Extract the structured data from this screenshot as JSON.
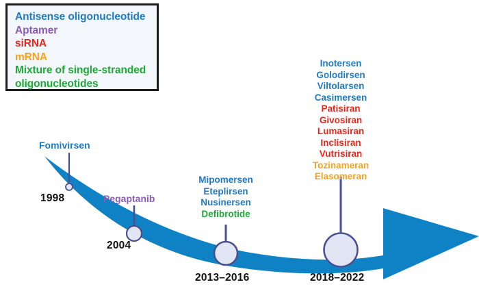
{
  "colors": {
    "antisense_blue": "#1f7ac4",
    "aptamer_purple": "#8a5cb5",
    "sirna_red": "#e8271c",
    "mrna_orange": "#f6a21e",
    "mixture_green": "#1fa838",
    "arrow_blue": "#0e82c4",
    "node_fill": "#e2e6f4",
    "node_stroke": "#4a4f92",
    "connector": "#4a4f92",
    "year_black": "#111111",
    "legend_border": "#1a1a1a",
    "legend_bg": "#f3f7fc"
  },
  "legend": {
    "items": [
      {
        "label": "Antisense oligonucleotide",
        "color_key": "antisense_blue"
      },
      {
        "label": "Aptamer",
        "color_key": "aptamer_purple"
      },
      {
        "label": "siRNA",
        "color_key": "sirna_red"
      },
      {
        "label": "mRNA",
        "color_key": "mrna_orange"
      },
      {
        "label": "Mixture of single-stranded",
        "color_key": "mixture_green"
      },
      {
        "label": "oligonucleotides",
        "color_key": "mixture_green"
      }
    ]
  },
  "timeline": {
    "milestones": [
      {
        "year": "1998",
        "drugs": [
          {
            "name": "Fomivirsen",
            "color_key": "antisense_blue"
          }
        ]
      },
      {
        "year": "2004",
        "drugs": [
          {
            "name": "Pegaptanib",
            "color_key": "aptamer_purple"
          }
        ]
      },
      {
        "year": "2013–2016",
        "drugs": [
          {
            "name": "Mipomersen",
            "color_key": "antisense_blue"
          },
          {
            "name": "Eteplirsen",
            "color_key": "antisense_blue"
          },
          {
            "name": "Nusinersen",
            "color_key": "antisense_blue"
          },
          {
            "name": "Defibrotide",
            "color_key": "mixture_green"
          }
        ]
      },
      {
        "year": "2018–2022",
        "drugs": [
          {
            "name": "Inotersen",
            "color_key": "antisense_blue"
          },
          {
            "name": "Golodirsen",
            "color_key": "antisense_blue"
          },
          {
            "name": "Viltolarsen",
            "color_key": "antisense_blue"
          },
          {
            "name": "Casimersen",
            "color_key": "antisense_blue"
          },
          {
            "name": "Patisiran",
            "color_key": "sirna_red"
          },
          {
            "name": "Givosiran",
            "color_key": "sirna_red"
          },
          {
            "name": "Lumasiran",
            "color_key": "sirna_red"
          },
          {
            "name": "Inclisiran",
            "color_key": "sirna_red"
          },
          {
            "name": "Vutrisiran",
            "color_key": "sirna_red"
          },
          {
            "name": "Tozinameran",
            "color_key": "mrna_orange"
          },
          {
            "name": "Elasomeran",
            "color_key": "mrna_orange"
          }
        ]
      }
    ]
  }
}
